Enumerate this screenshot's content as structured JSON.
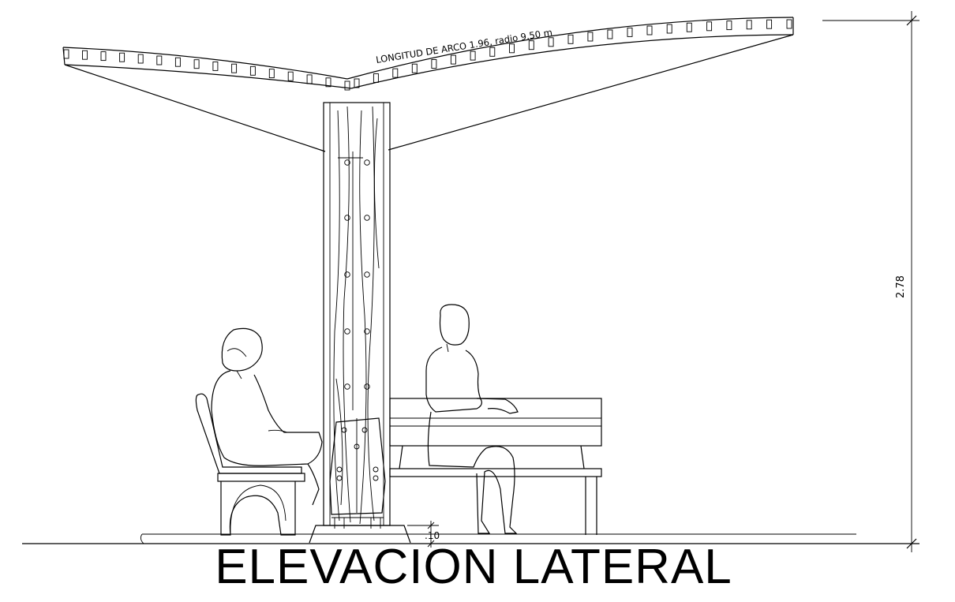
{
  "title": "ELEVACION LATERAL",
  "annotations": {
    "arc_note": "LONGITUD DE ARCO 1.96, radio 9.50 m",
    "height_dim": "2.78",
    "base_dim": ".10"
  },
  "colors": {
    "line": "#000000",
    "background": "#ffffff"
  }
}
